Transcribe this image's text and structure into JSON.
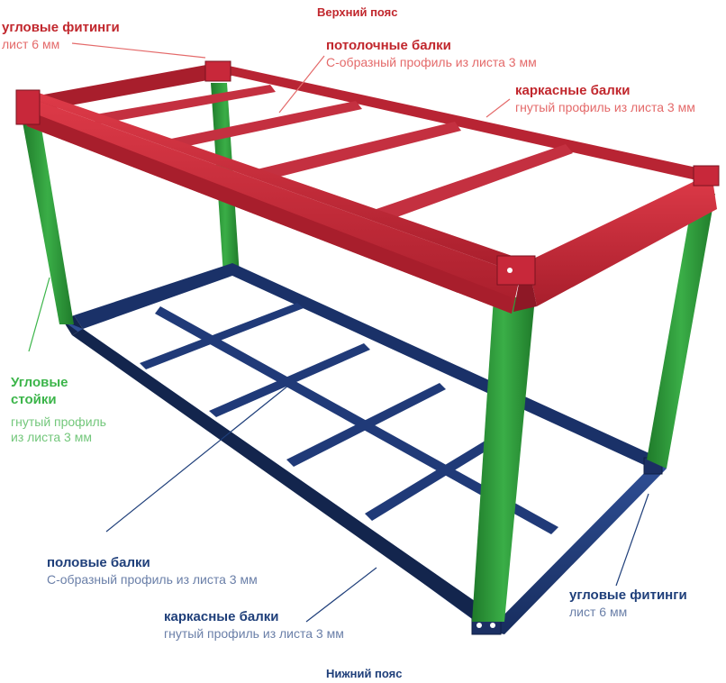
{
  "top_belt": "Верхний пояс",
  "bottom_belt": "Нижний пояс",
  "labels": {
    "top_fittings": {
      "title": "угловые фитинги",
      "sub": "лист 6 мм"
    },
    "ceiling_beams": {
      "title": "потолочные балки",
      "sub": "С-образный профиль из листа 3 мм"
    },
    "top_frame_beams": {
      "title": "каркасные балки",
      "sub": "гнутый профиль из листа 3 мм"
    },
    "corner_posts": {
      "title1": "Угловые",
      "title2": "стойки",
      "sub1": "гнутый профиль",
      "sub2": "из листа 3 мм"
    },
    "floor_beams": {
      "title": "половые балки",
      "sub": "С-образный профиль из листа 3 мм"
    },
    "bottom_frame_beams": {
      "title": "каркасные балки",
      "sub": "гнутый профиль из листа 3 мм"
    },
    "bottom_fittings": {
      "title": "угловые фитинги",
      "sub": "лист 6 мм"
    }
  },
  "colors": {
    "top_frame": "#c8283a",
    "top_frame_dark": "#8e1826",
    "bottom_frame": "#24407e",
    "bottom_frame_dark": "#13254d",
    "posts": "#2e9a3a",
    "posts_dark": "#1d6a26",
    "red_text": "#c1272d",
    "blue_text": "#1f3f7a",
    "green_text": "#3cb54a"
  }
}
